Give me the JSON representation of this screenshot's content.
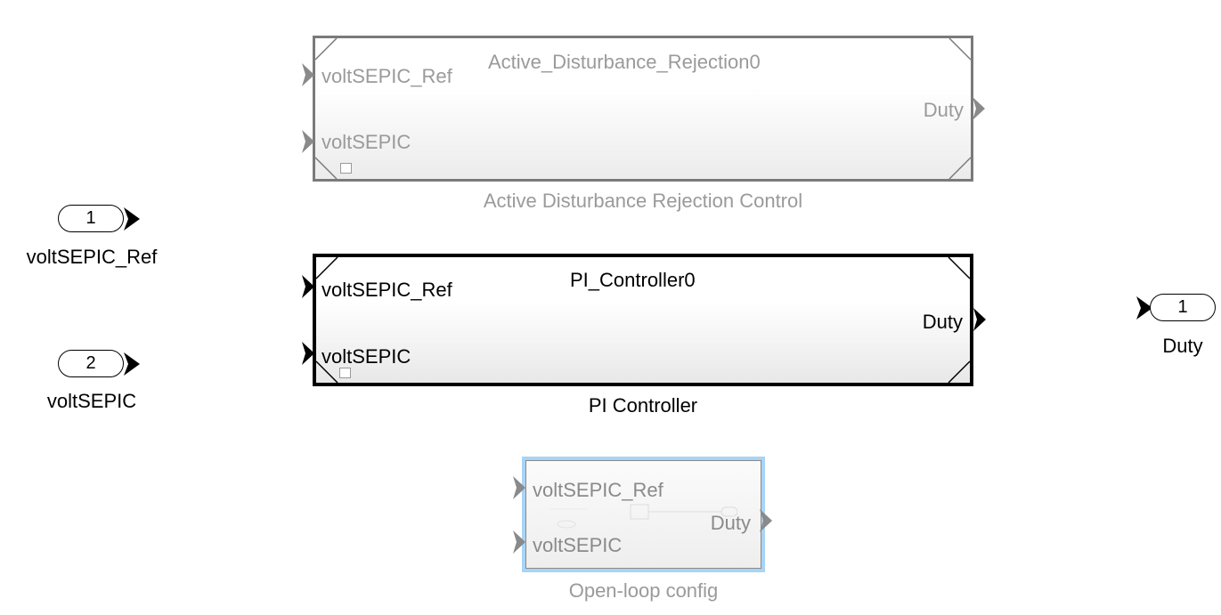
{
  "inports": [
    {
      "number": "1",
      "name": "voltSEPIC_Ref"
    },
    {
      "number": "2",
      "name": "voltSEPIC"
    }
  ],
  "outport": {
    "number": "1",
    "name": "Duty"
  },
  "blocks": {
    "adrc": {
      "title": "Active_Disturbance_Rejection0",
      "in1": "voltSEPIC_Ref",
      "in2": "voltSEPIC",
      "out": "Duty",
      "caption": "Active Disturbance Rejection Control"
    },
    "pi": {
      "title": "PI_Controller0",
      "in1": "voltSEPIC_Ref",
      "in2": "voltSEPIC",
      "out": "Duty",
      "caption": "PI Controller"
    },
    "openloop": {
      "in1": "voltSEPIC_Ref",
      "in2": "voltSEPIC",
      "out": "Duty",
      "caption": "Open-loop config"
    }
  },
  "colors": {
    "active": "#000000",
    "inactive": "#9a9a9a",
    "inactive_border": "#7a7a7a",
    "selection": "#a8d4f5"
  }
}
